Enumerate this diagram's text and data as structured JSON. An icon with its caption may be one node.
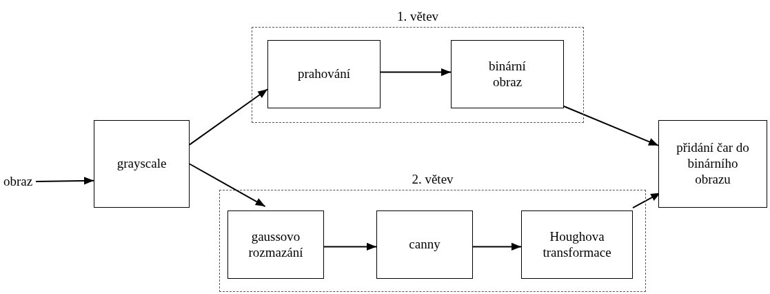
{
  "diagram": {
    "nodes": [
      {
        "text": [
          "obraz"
        ]
      },
      {
        "text": [
          "grayscale"
        ]
      },
      {
        "text": [
          "1. větev"
        ]
      },
      {
        "text": [
          "prahování"
        ],
        "in": 2
      },
      {
        "text": [
          "binární obraz"
        ],
        "in": 2
      },
      {
        "text": [
          "přidání čar do binárního obrazu"
        ]
      },
      {
        "text": [
          "2. větev"
        ]
      },
      {
        "text": [
          "gaussovo rozmazání"
        ],
        "in": 6
      },
      {
        "text": [
          "canny"
        ],
        "in": 6
      },
      {
        "text": [
          "Houghova transformace"
        ],
        "in": 6
      }
    ],
    "edges": [
      {
        "from": 0,
        "to": 1,
        "arrow": "to"
      },
      {
        "from": 1,
        "to": 3,
        "arrow": "to"
      },
      {
        "from": 3,
        "to": 4,
        "arrow": "to"
      },
      {
        "from": 4,
        "to": 5,
        "arrow": "to"
      },
      {
        "from": 1,
        "to": 7,
        "arrow": "to"
      },
      {
        "from": 7,
        "to": 8,
        "arrow": "to"
      },
      {
        "from": 8,
        "to": 9,
        "arrow": "to"
      },
      {
        "from": 9,
        "to": 5,
        "arrow": "to"
      }
    ]
  }
}
